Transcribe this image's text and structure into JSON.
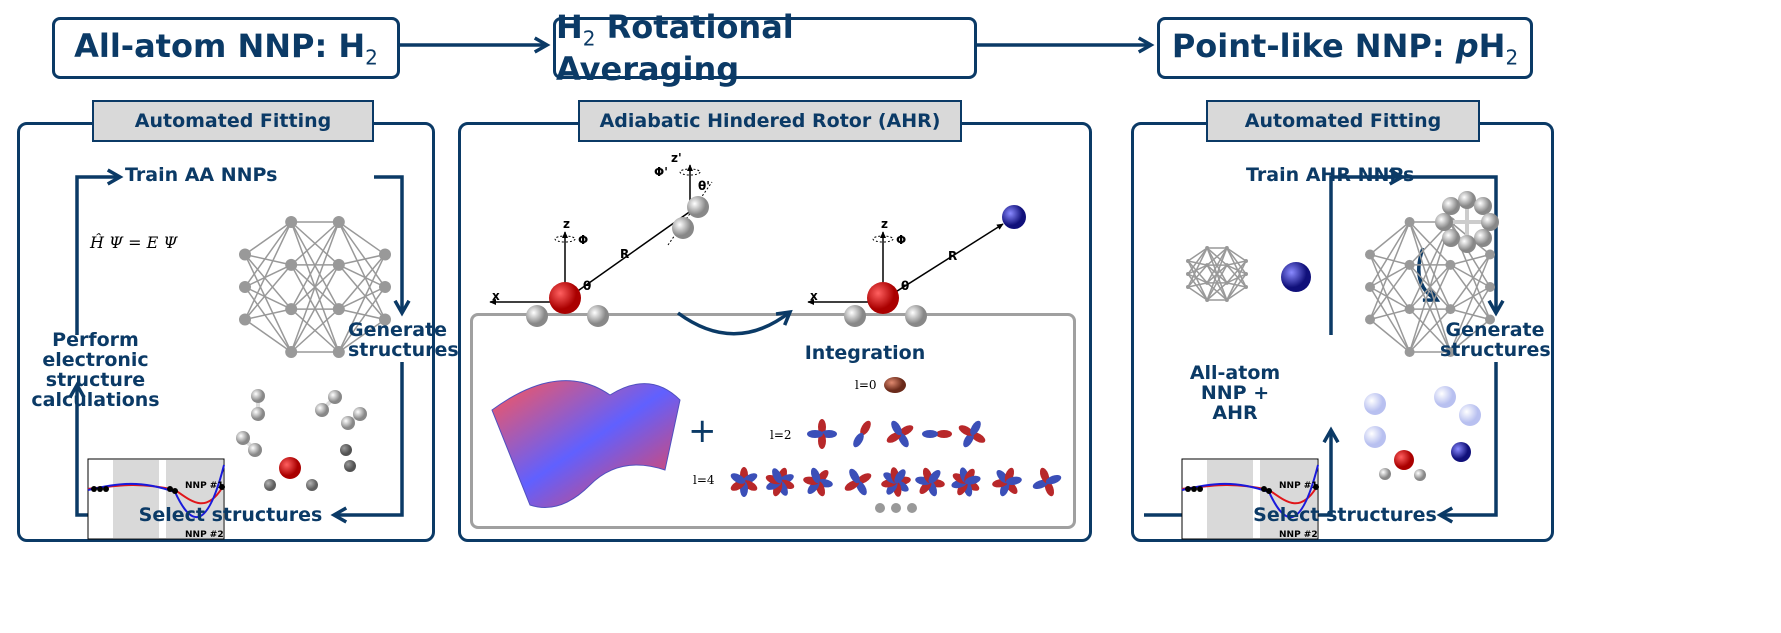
{
  "header": {
    "step1": {
      "text": "All-atom NNP: H",
      "sub": "2"
    },
    "step2": {
      "text": "H",
      "sub": "2",
      "rest": " Rotational Averaging"
    },
    "step3": {
      "text": "Point-like NNP: ",
      "italic": "p",
      "text2": "H",
      "sub": "2"
    }
  },
  "left_panel": {
    "title": "Automated Fitting",
    "train": "Train AA NNPs",
    "generate": "Generate structures",
    "select": "Select structures",
    "perform": "Perform electronic structure calculations",
    "equation": "Ĥ Ψ = E Ψ",
    "plot_labels": [
      "NNP #1",
      "NNP #2"
    ]
  },
  "middle_panel": {
    "title": "Adiabatic Hindered Rotor (AHR)",
    "axis_labels": {
      "z": "z",
      "x": "x",
      "phi": "Φ",
      "theta": "θ",
      "R": "R",
      "zp": "z'",
      "phip": "Φ'",
      "thetap": "θ'"
    },
    "integration": {
      "title": "Integration",
      "plus": "+",
      "rows": [
        "l=0",
        "l=2",
        "l=4"
      ]
    }
  },
  "right_panel": {
    "title": "Automated Fitting",
    "train": "Train AHR NNPs",
    "generate": "Generate structures",
    "select": "Select structures",
    "allatom": "All-atom NNP + AHR",
    "plot_labels": [
      "NNP #1",
      "NNP #2"
    ]
  },
  "colors": {
    "navy": "#0b3a66",
    "label_bg": "#d9d9d9",
    "red": "#e0161a",
    "blue": "#1a1adb"
  }
}
